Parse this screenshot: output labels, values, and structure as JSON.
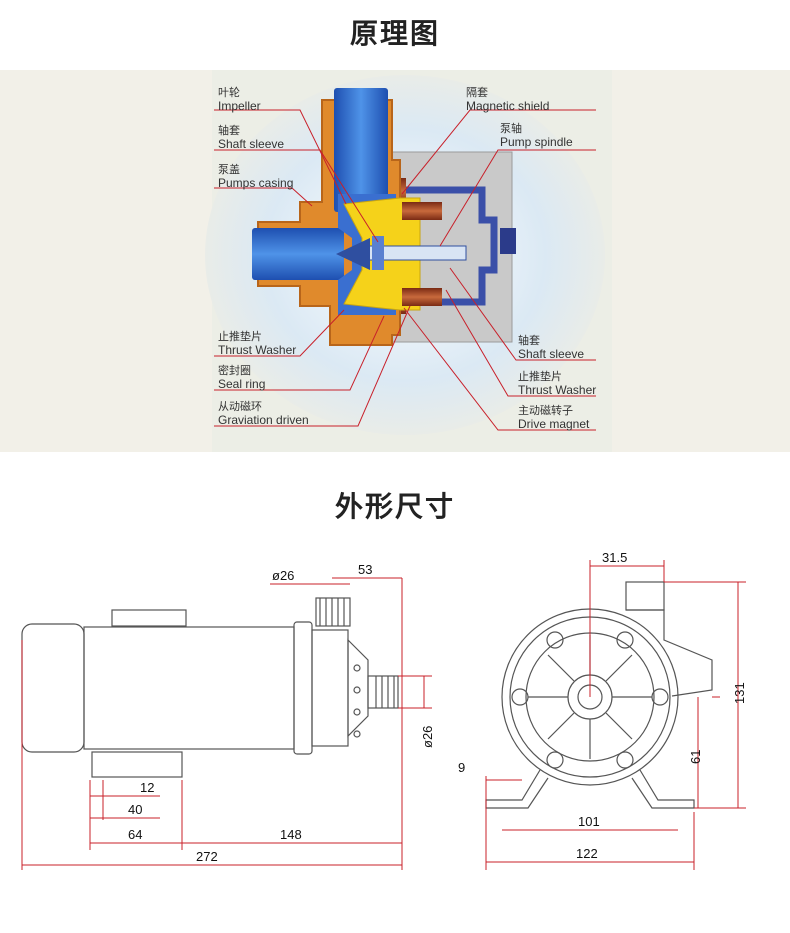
{
  "titles": {
    "principle": "原理图",
    "dimensions": "外形尺寸"
  },
  "callouts_left": [
    {
      "cn": "叶轮",
      "en": "Impeller"
    },
    {
      "cn": "轴套",
      "en": "Shaft sleeve"
    },
    {
      "cn": "泵盖",
      "en": "Pumps casing"
    },
    {
      "cn": "止推垫片",
      "en": "Thrust Washer"
    },
    {
      "cn": "密封圈",
      "en": "Seal ring"
    },
    {
      "cn": "从动磁环",
      "en": "Graviation driven"
    }
  ],
  "callouts_right": [
    {
      "cn": "隔套",
      "en": "Magnetic shield"
    },
    {
      "cn": "泵轴",
      "en": "Pump spindle"
    },
    {
      "cn": "轴套",
      "en": "Shaft sleeve"
    },
    {
      "cn": "止推垫片",
      "en": "Thrust Washer"
    },
    {
      "cn": "主动磁转子",
      "en": "Drive magnet"
    }
  ],
  "side_view_dims": {
    "outlet_dia": "ø26",
    "outlet_offset": "53",
    "inlet_dia": "ø26",
    "foot_a": "12",
    "foot_b": "40",
    "foot_c": "64",
    "body_len": "148",
    "total_len": "272"
  },
  "front_view_dims": {
    "outlet_offset": "31.5",
    "total_height": "131",
    "center_height": "61",
    "foot_thickness": "9",
    "mount_spacing": "101",
    "base_width": "122"
  },
  "colors": {
    "band_bg": "#f2f0e8",
    "casing_orange": "#e08a2c",
    "impeller_yellow": "#f5d21a",
    "pipe_blue": "#2f6fd0",
    "shield_blue": "#3a4fa8",
    "leader_red": "#c8202a",
    "housing_gray": "#c9c9c9"
  }
}
